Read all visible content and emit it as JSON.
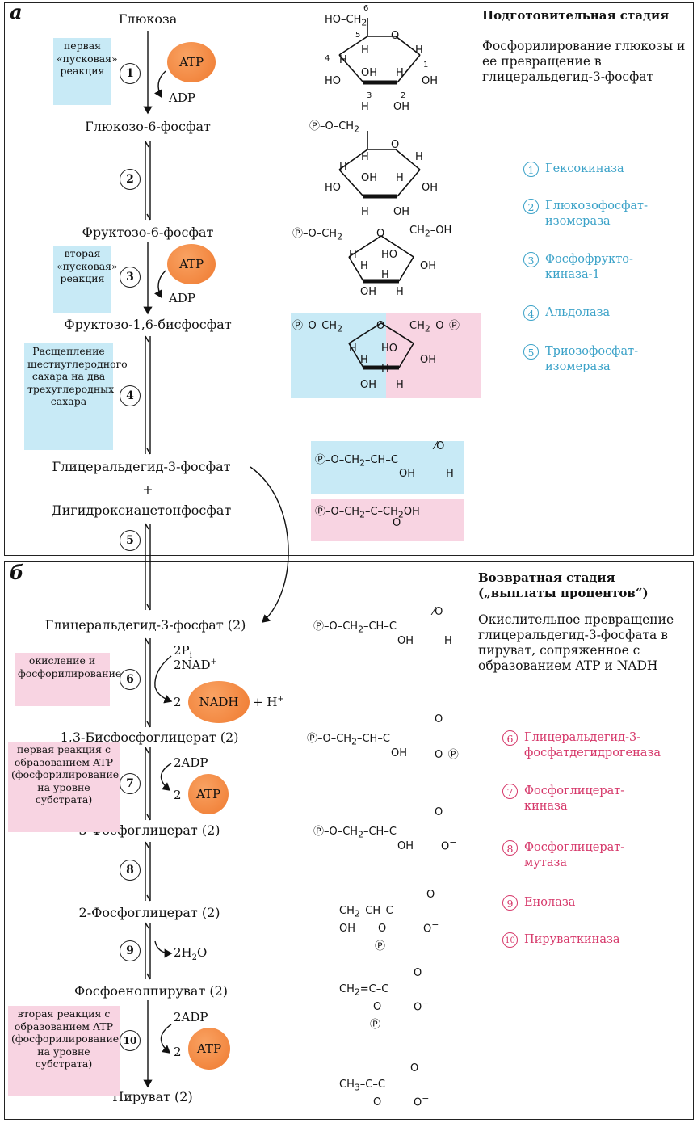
{
  "panel_a": {
    "label": "а",
    "title": "Подготовительная стадия",
    "description": "Фосфорилирование глюкозы и ее превращение в глицеральдегид-3-фосфат"
  },
  "panel_b": {
    "label": "б",
    "title": "Возвратная стадия („выплаты процентов“)",
    "description": "Окислительное превращение глицеральдегид-3-фосфата в пируват, сопряженное с образованием ATP и NADH"
  },
  "metabolites": {
    "glucose": "Глюкоза",
    "g6p": "Глюкозо-6-фосфат",
    "f6p": "Фруктозо-6-фосфат",
    "fbp": "Фруктозо-1,6-бисфосфат",
    "gap": "Глицеральдегид-3-фосфат",
    "plus": "+",
    "dhap": "Дигидроксиацетонфосфат",
    "gap2": "Глицеральдегид-3-фосфат (2)",
    "bpg": "1,3-Бисфосфоглицерат (2)",
    "pg3": "3-Фосфоглицерат (2)",
    "pg2": "2-Фосфоглицерат (2)",
    "pep": "Фосфоенолпируват (2)",
    "pyr": "Пируват (2)"
  },
  "notes": {
    "n1": "первая «пусковая» реакция",
    "n3": "вторая «пусковая» реакция",
    "n4": "Расщепление шестиуглеродного сахара на два трехуглеродных сахара",
    "n6": "окисление и фосфорилирование",
    "n7": "первая реакция с образованием ATP (фосфорилирование на уровне субстрата)",
    "n10": "вторая реакция с образованием ATP (фосфорилирование на уровне субстрата)"
  },
  "steps": [
    "1",
    "2",
    "3",
    "4",
    "5",
    "6",
    "7",
    "8",
    "9",
    "10"
  ],
  "cofactors": {
    "atp": "ATP",
    "adp": "ADP",
    "nadh": "NADH",
    "two_pi": "2Pi",
    "two_nad": "2NAD+",
    "two": "2",
    "plus_h": "+ H+",
    "two_adp": "2ADP",
    "two_h2o": "2H2O"
  },
  "enzymes_a": [
    {
      "num": "1",
      "name": "Гексокиназа"
    },
    {
      "num": "2",
      "name": "Глюкозофосфат-изомераза"
    },
    {
      "num": "3",
      "name": "Фосфофрукто-киназа-1"
    },
    {
      "num": "4",
      "name": "Альдолаза"
    },
    {
      "num": "5",
      "name": "Триозофосфат-изомераза"
    }
  ],
  "enzymes_b": [
    {
      "num": "6",
      "name": "Глицеральдегид-3-фосфатдегидрогеназа"
    },
    {
      "num": "7",
      "name": "Фосфоглицерат-киназа"
    },
    {
      "num": "8",
      "name": "Фосфоглицерат-мутаза"
    },
    {
      "num": "9",
      "name": "Енолаза"
    },
    {
      "num": "10",
      "name": "Пируваткиназа"
    }
  ],
  "colors": {
    "blue_box": "#c8eaf6",
    "pink_box": "#f8d4e2",
    "orb": "#ef7a30",
    "enzyme_blue": "#3ba2c8",
    "enzyme_pink": "#d6386a"
  }
}
